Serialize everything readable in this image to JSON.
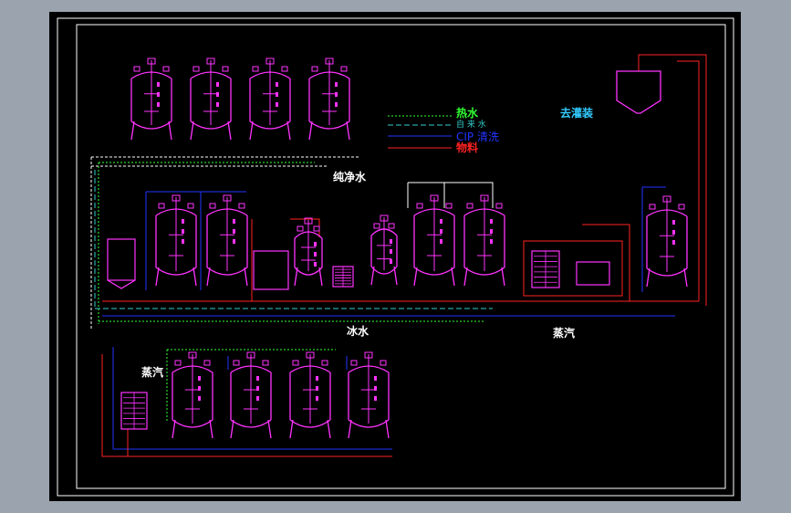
{
  "colors": {
    "background": "#9aa3ae",
    "canvas": "#000000",
    "border": "#ffffff",
    "tank": "#ff33ff",
    "hot_water": "#33ff33",
    "tap_water": "#33cccc",
    "cip": "#2233ff",
    "material": "#ff2222",
    "label_white": "#ffffff",
    "label_cyan": "#33ccff"
  },
  "legend": {
    "hot_water": "热水",
    "tap_water": "自 来 水",
    "cip": "CIP 清洗",
    "material": "物料"
  },
  "labels": {
    "pure_water": "纯净水",
    "to_filling": "去灌装",
    "ice_water": "冰水",
    "steam_right": "蒸汽",
    "steam_left": "蒸汽"
  }
}
